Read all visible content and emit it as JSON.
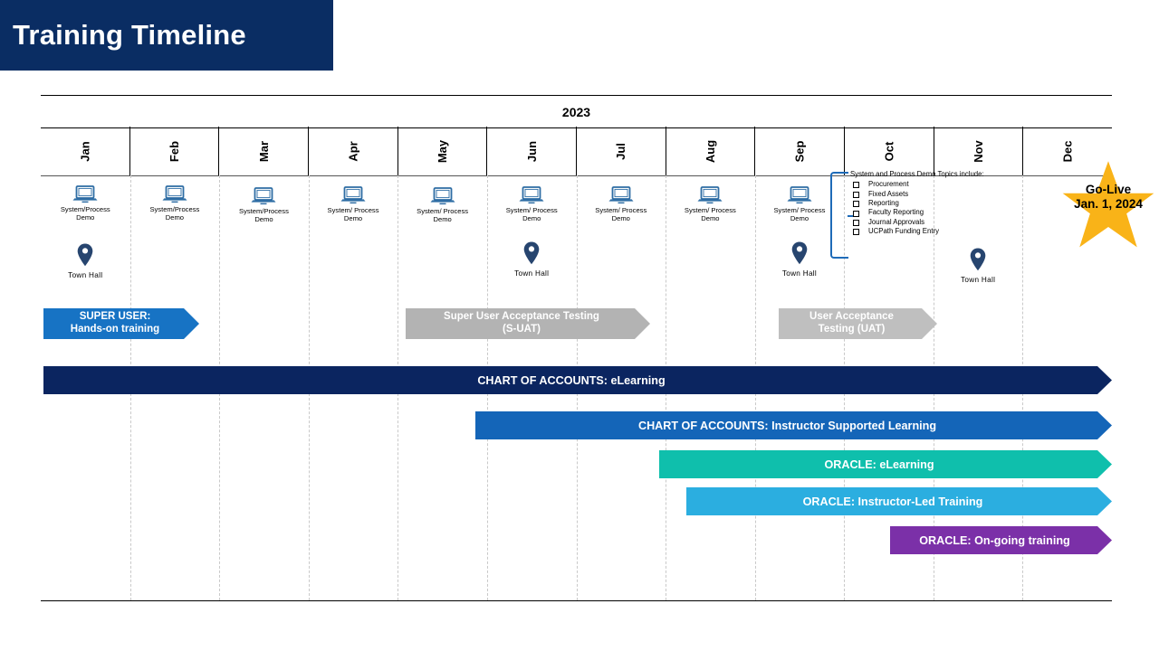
{
  "slide": {
    "title": "Training Timeline",
    "title_bg": "#0a2d63"
  },
  "timeline": {
    "year": "2023",
    "months": [
      "Jan",
      "Feb",
      "Mar",
      "Apr",
      "May",
      "Jun",
      "Jul",
      "Aug",
      "Sep",
      "Oct",
      "Nov",
      "Dec"
    ]
  },
  "demo_icon_label": "System/Process\nDemo",
  "demos": [
    {
      "month": "Jan",
      "label": "System/Process\nDemo"
    },
    {
      "month": "Feb",
      "label": "System/Process\nDemo"
    },
    {
      "month": "Mar",
      "label": "System/Process\nDemo"
    },
    {
      "month": "Apr",
      "label": "System/ Process\nDemo"
    },
    {
      "month": "May",
      "label": "System/ Process\nDemo"
    },
    {
      "month": "Jun",
      "label": "System/ Process\nDemo"
    },
    {
      "month": "Jul",
      "label": "System/ Process\nDemo"
    },
    {
      "month": "Aug",
      "label": "System/ Process\nDemo"
    },
    {
      "month": "Sep",
      "label": "System/ Process\nDemo"
    }
  ],
  "town_halls": [
    {
      "month": "Jan",
      "label": "Town  Hall"
    },
    {
      "month": "Jun",
      "label": "Town  Hall"
    },
    {
      "month": "Sep",
      "label": "Town  Hall"
    },
    {
      "month": "Nov",
      "label": "Town  Hall"
    }
  ],
  "callout": {
    "heading": "System and Process Demo Topics include:",
    "items": [
      "Procurement",
      "Fixed Assets",
      "Reporting",
      "Faculty Reporting",
      "Journal Approvals",
      "UCPath Funding Entry"
    ],
    "accent": "#1e6bb8"
  },
  "go_live": {
    "line1": "Go-Live",
    "line2": "Jan. 1, 2024",
    "star_color": "#f9b318"
  },
  "phases": [
    {
      "name": "super-user-hands-on",
      "line1": "SUPER USER:",
      "line2": "Hands-on training",
      "color": "#1773c4"
    },
    {
      "name": "s-uat",
      "line1": "Super User Acceptance Testing",
      "line2": "(S-UAT)",
      "color": "#b3b3b3"
    },
    {
      "name": "uat",
      "line1": "User Acceptance",
      "line2": "Testing (UAT)",
      "color": "#bfbfbf"
    }
  ],
  "tracks": [
    {
      "name": "chart-of-accounts-elearning",
      "label": "CHART OF ACCOUNTS: eLearning",
      "color": "#0b2560"
    },
    {
      "name": "chart-of-accounts-instructor-supported",
      "label": "CHART OF ACCOUNTS: Instructor Supported Learning",
      "color": "#1465b8"
    },
    {
      "name": "oracle-elearning",
      "label": "ORACLE:  eLearning",
      "color": "#0fbfac"
    },
    {
      "name": "oracle-instructor-led",
      "label": "ORACLE: Instructor-Led Training",
      "color": "#2baee0"
    },
    {
      "name": "oracle-ongoing",
      "label": "ORACLE:  On-going training",
      "color": "#7b30a8"
    }
  ]
}
